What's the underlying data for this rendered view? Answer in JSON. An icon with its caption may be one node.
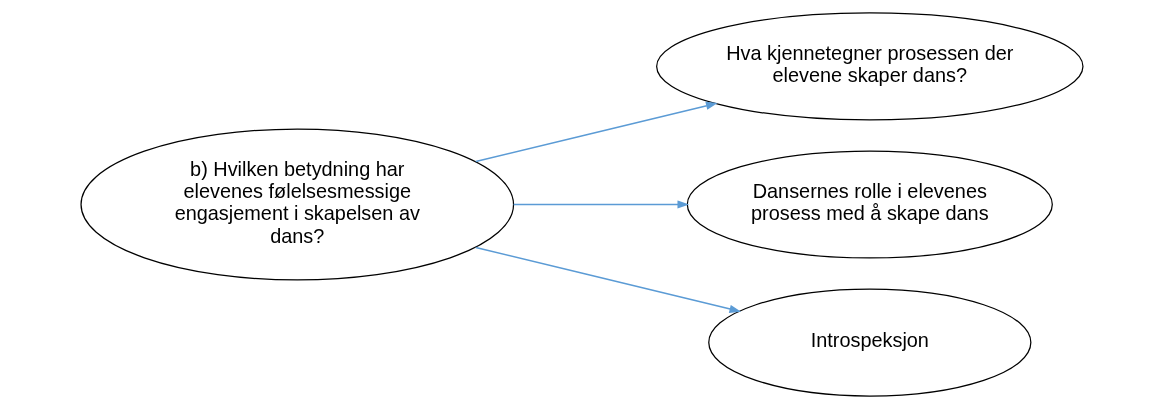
{
  "diagram": {
    "nodes": [
      {
        "text": [
          "b) Hvilken betydning har elevenes følelsesmessige engasjement i skapelsen av dans?"
        ]
      },
      {
        "text": [
          "Hva kjennetegner prosessen der elevene skaper dans?"
        ]
      },
      {
        "text": [
          "Dansernes rolle i elevenes prosess med å skape dans"
        ]
      },
      {
        "text": [
          "Introspeksjon"
        ]
      }
    ],
    "edges": [
      {
        "from": 0,
        "to": 1,
        "arrow": "to"
      },
      {
        "from": 0,
        "to": 2,
        "arrow": "to"
      },
      {
        "from": 0,
        "to": 3,
        "arrow": "to"
      }
    ]
  }
}
